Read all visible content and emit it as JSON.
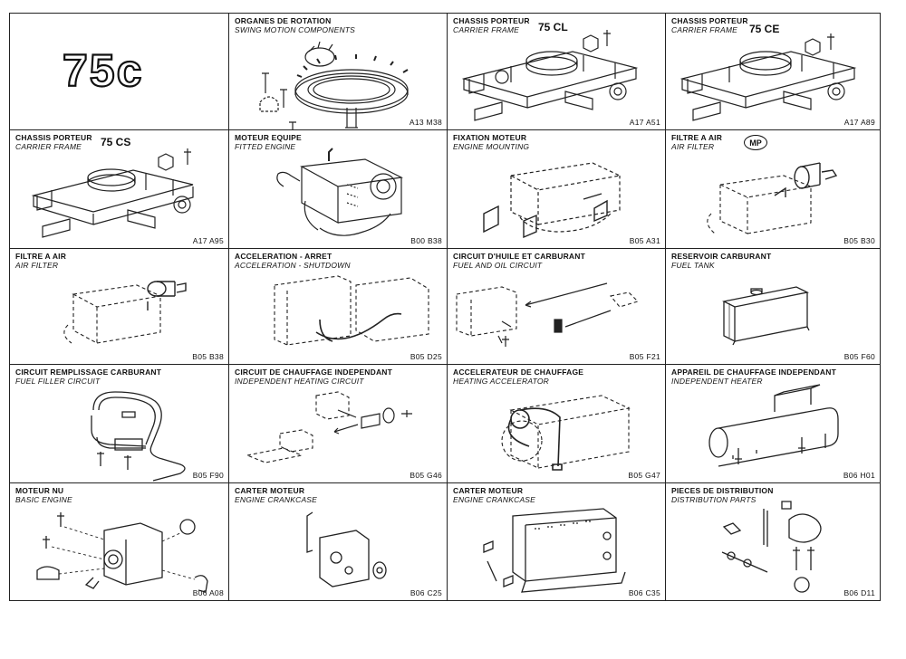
{
  "logo_text": "75c",
  "cells": [
    {
      "fr": "",
      "en": "",
      "ref": "",
      "icon": "logo-75c"
    },
    {
      "fr": "ORGANES DE ROTATION",
      "en": "SWING MOTION COMPONENTS",
      "ref": "A13 M38",
      "icon": "slewing-ring-icon"
    },
    {
      "fr": "CHASSIS PORTEUR",
      "en": "CARRIER FRAME",
      "ref": "A17 A51",
      "model": "75 CL",
      "icon": "carrier-frame-icon"
    },
    {
      "fr": "CHASSIS PORTEUR",
      "en": "CARRIER FRAME",
      "ref": "A17 A89",
      "model": "75 CE",
      "icon": "carrier-frame-icon"
    },
    {
      "fr": "CHASSIS PORTEUR",
      "en": "CARRIER FRAME",
      "ref": "A17 A95",
      "model": "75 CS",
      "icon": "carrier-frame-icon"
    },
    {
      "fr": "MOTEUR EQUIPE",
      "en": "FITTED ENGINE",
      "ref": "B00 B38",
      "icon": "fitted-engine-icon"
    },
    {
      "fr": "FIXATION MOTEUR",
      "en": "ENGINE MOUNTING",
      "ref": "B05 A31",
      "icon": "engine-mounting-icon"
    },
    {
      "fr": "FILTRE A AIR",
      "en": "AIR FILTER",
      "ref": "B05 B30",
      "badge": "MP",
      "icon": "air-filter-icon"
    },
    {
      "fr": "FILTRE A AIR",
      "en": "AIR FILTER",
      "ref": "B05 B38",
      "icon": "air-filter-icon"
    },
    {
      "fr": "ACCELERATION - ARRET",
      "en": "ACCELERATION - SHUTDOWN",
      "ref": "B05 D25",
      "icon": "acceleration-shutdown-icon"
    },
    {
      "fr": "CIRCUIT D'HUILE ET CARBURANT",
      "en": "FUEL AND OIL CIRCUIT",
      "ref": "B05 F21",
      "icon": "fuel-oil-circuit-icon"
    },
    {
      "fr": "RESERVOIR CARBURANT",
      "en": "FUEL TANK",
      "ref": "B05 F60",
      "icon": "fuel-tank-icon"
    },
    {
      "fr": "CIRCUIT REMPLISSAGE CARBURANT",
      "en": "FUEL FILLER CIRCUIT",
      "ref": "B05 F90",
      "icon": "fuel-filler-circuit-icon"
    },
    {
      "fr": "CIRCUIT DE CHAUFFAGE INDEPENDANT",
      "en": "INDEPENDENT HEATING CIRCUIT",
      "ref": "B05 G46",
      "icon": "heating-circuit-icon"
    },
    {
      "fr": "ACCELERATEUR DE CHAUFFAGE",
      "en": "HEATING ACCELERATOR",
      "ref": "B05 G47",
      "icon": "heating-accelerator-icon"
    },
    {
      "fr": "APPAREIL DE CHAUFFAGE INDEPENDANT",
      "en": "INDEPENDENT HEATER",
      "ref": "B06 H01",
      "icon": "heater-icon"
    },
    {
      "fr": "MOTEUR NU",
      "en": "BASIC ENGINE",
      "ref": "B06 A08",
      "icon": "basic-engine-icon"
    },
    {
      "fr": "CARTER MOTEUR",
      "en": "ENGINE CRANKCASE",
      "ref": "B06 C25",
      "icon": "crankcase-icon"
    },
    {
      "fr": "CARTER MOTEUR",
      "en": "ENGINE CRANKCASE",
      "ref": "B06 C35",
      "icon": "crankcase-block-icon"
    },
    {
      "fr": "PIECES DE DISTRIBUTION",
      "en": "DISTRIBUTION PARTS",
      "ref": "B06 D11",
      "icon": "distribution-parts-icon"
    }
  ]
}
